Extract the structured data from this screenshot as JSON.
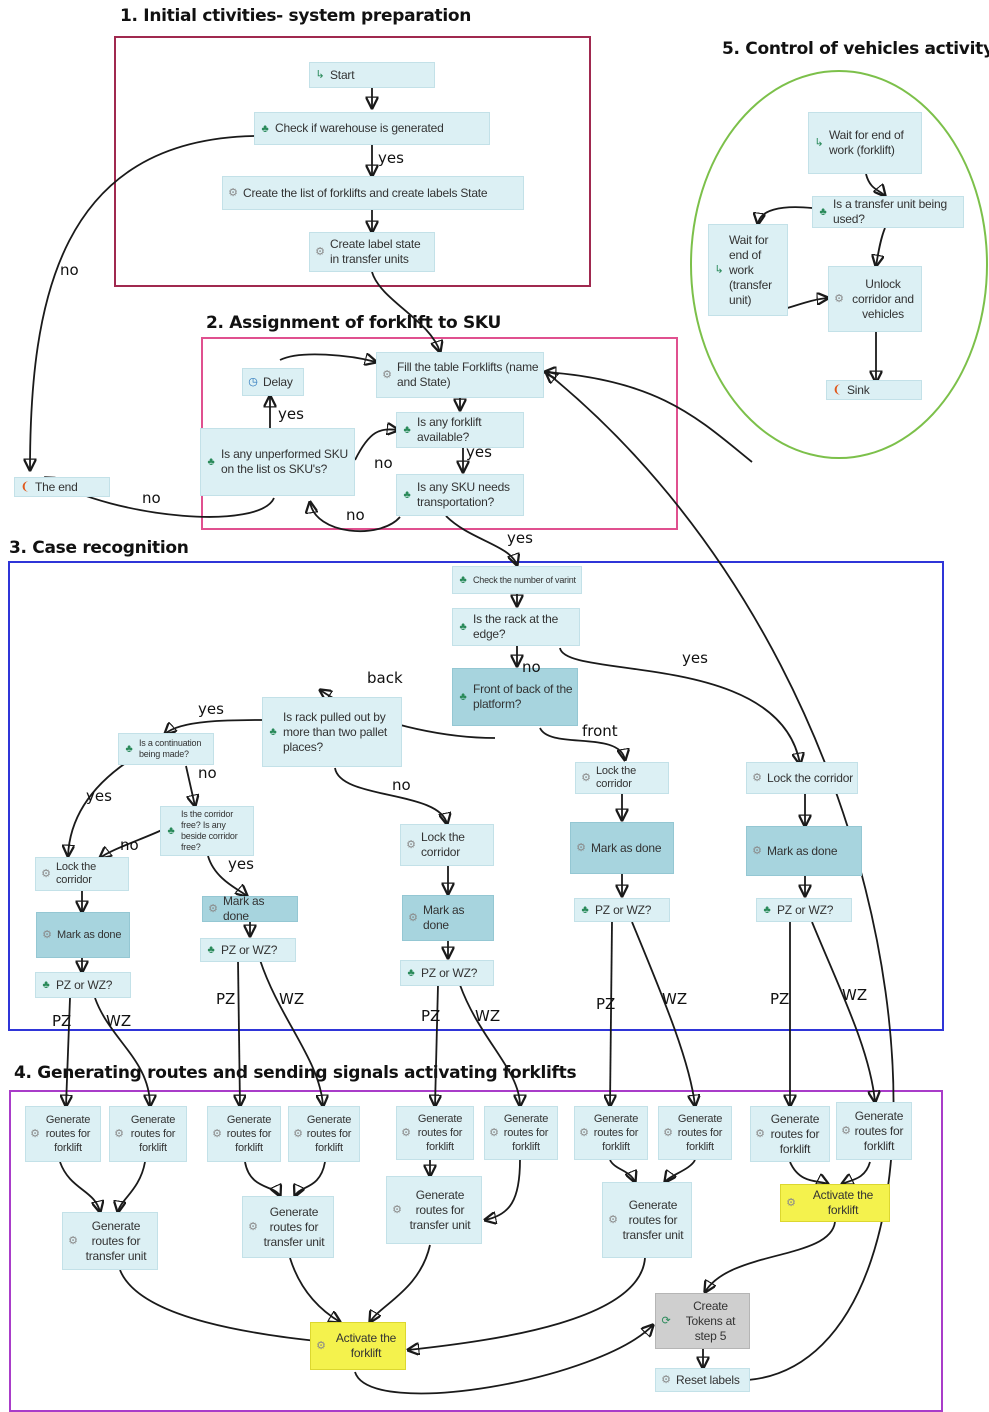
{
  "sections": {
    "s1": "1. Initial ctivities- system preparation",
    "s2": "2. Assignment of forklift to SKU",
    "s3": "3. Case recognition",
    "s4": "4. Generating routes and sending signals activating forklifts",
    "s5": "5. Control of vehicles activity"
  },
  "colors": {
    "s1_frame": "#a0294f",
    "s2_frame": "#e0508f",
    "s3_frame": "#2f35d8",
    "s4_frame": "#a93cc9",
    "s5_frame": "#7cc04a",
    "node": "#dcf0f4",
    "node_dark": "#a7d4de",
    "node_active": "#f4f24d",
    "node_gray": "#cfcfcf"
  },
  "nodes": {
    "start": "Start",
    "check_wh": "Check if warehouse is generated",
    "create_list": "Create the list of forklifts and create labels State",
    "create_label": "Create label state in transfer units",
    "the_end": "The end",
    "fill_table": "Fill the table Forklifts (name and State)",
    "delay": "Delay",
    "unperformed": "Is any unperformed SKU on the list os SKU's?",
    "forklift_avail": "Is any forklift available?",
    "sku_needs": "Is any SKU needs transportation?",
    "check_varint": "Check the number of varint",
    "rack_edge": "Is the rack at the edge?",
    "front_back": "Front of back of the platform?",
    "rack_pulled": "Is rack pulled out by more than two pallet places?",
    "continuation": "Is a continuation being made?",
    "corridor_free": "Is the corridor free? Is any beside corridor free?",
    "lock_a": "Lock the corridor",
    "mark_a": "Mark as done",
    "pzwz_a": "PZ or WZ?",
    "mark_b": "Mark as done",
    "pzwz_b": "PZ or WZ?",
    "lock_c": "Lock the corridor",
    "mark_c": "Mark as done",
    "pzwz_c": "PZ or WZ?",
    "lock_d": "Lock the corridor",
    "mark_d": "Mark as done",
    "pzwz_d": "PZ or WZ?",
    "lock_e": "Lock the corridor",
    "mark_e": "Mark as done",
    "pzwz_e": "PZ or WZ?",
    "gen_forklift": "Generate routes for forklift",
    "gen_transfer": "Generate routes for transfer unit",
    "activate": "Activate the forklift",
    "create_tokens": "Create Tokens at step 5",
    "reset_labels": "Reset labels",
    "wait_forklift": "Wait for end of work (forklift)",
    "transfer_used": "Is a transfer unit being used?",
    "wait_transfer": "Wait for end of work (transfer unit)",
    "unlock": "Unlock corridor and vehicles",
    "sink": "Sink"
  },
  "labels": {
    "yes": "yes",
    "no": "no",
    "back": "back",
    "front": "front",
    "pz": "PZ",
    "wz": "WZ"
  }
}
